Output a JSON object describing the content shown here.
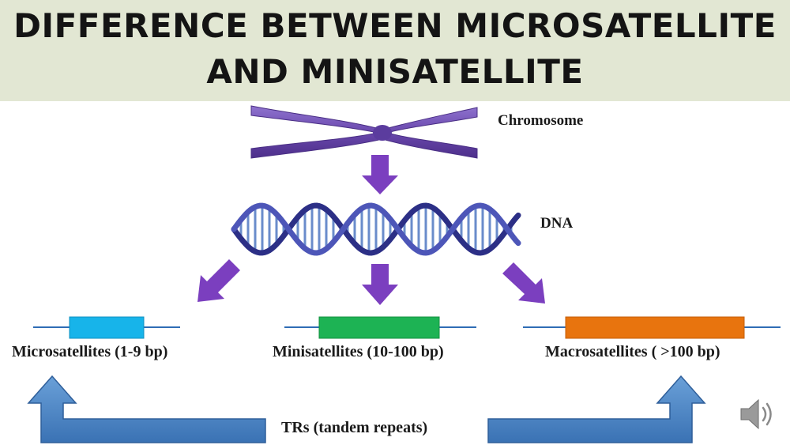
{
  "title": {
    "line1": "DIFFERENCE BETWEEN MICROSATELLITE",
    "line2": "AND MINISATELLITE"
  },
  "labels": {
    "chromosome": "Chromosome",
    "dna": "DNA",
    "microsatellites": "Microsatellites  (1-9 bp)",
    "minisatellites": "Minisatellites  (10-100 bp)",
    "macrosatellites": "Macrosatellites  ( >100 bp)",
    "tandem_repeats": "TRs (tandem repeats)"
  },
  "colors": {
    "title_band": "#e2e7d3",
    "chromosome": "#6f4fb0",
    "arrow": "#7b3fbf",
    "dna_strand": "#3b3f9a",
    "micro_box": "#17b4ea",
    "mini_box": "#1db354",
    "macro_box": "#e8740e",
    "tr_arrow": "#4e86c4",
    "line": "#2f6db5"
  },
  "icons": {
    "chromosome": "chromosome-icon",
    "dna": "dna-helix-icon",
    "speaker": "speaker-icon"
  }
}
